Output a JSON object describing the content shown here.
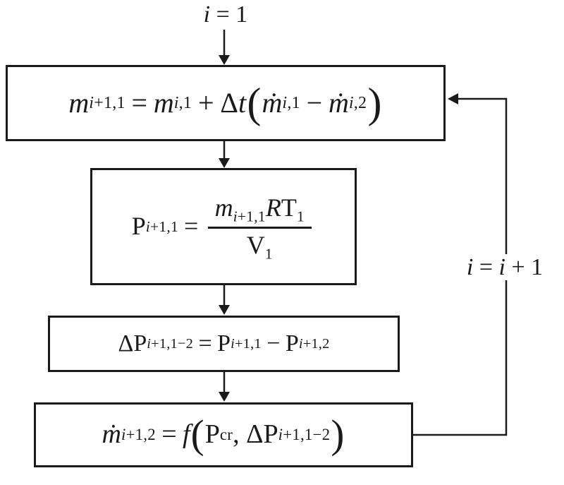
{
  "diagram": {
    "type": "flowchart",
    "colors": {
      "line": "#1a1a1a",
      "box_fill": "#ffffff",
      "background": "#ffffff"
    },
    "start_label": {
      "text": "i = 1",
      "html": "<i>i</i> = 1"
    },
    "loop_label": {
      "text": "i = i + 1",
      "html": "<i>i</i> = <i>i</i> + 1"
    },
    "boxes": [
      {
        "id": "mass-update",
        "text": "m(i+1,1) = m(i,1) + Δt ( ṁ(i,1) − ṁ(i,2) )",
        "equation_html": "<i>m</i><sub><i>i</i>+1,1</sub><span class='op'>=</span><i>m</i><sub><i>i</i>,1</sub><span class='op'>+</span>Δ<i>t</i><span class='big-paren'>(</span><i>ṁ</i><sub><i>i</i>,1</sub><span class='op'>−</span><i>ṁ</i><sub><i>i</i>,2</sub><span class='big-paren'>)</span>"
      },
      {
        "id": "pressure",
        "text": "P(i+1,1) = m(i+1,1) R T1 / V1",
        "equation_html": "P<sub><i>i</i>+1,1</sub><span class='op'>=</span><span class='frac'><span class='num'><i>m</i><sub><i>i</i>+1,1</sub><i>R</i>T<sub>1</sub></span><span class='den'>V<sub>1</sub></span></span>"
      },
      {
        "id": "pressure-diff",
        "text": "ΔP(i+1,1−2) = P(i+1,1) − P(i+1,2)",
        "equation_html": "ΔP<sub><i>i</i>+1,1−2</sub><span class='op'>=</span>P<sub><i>i</i>+1,1</sub><span class='op'>−</span>P<sub><i>i</i>+1,2</sub>"
      },
      {
        "id": "mass-flow",
        "text": "ṁ(i+1,2) = f ( Pcr , ΔP(i+1,1−2) )",
        "equation_html": "<i>ṁ</i><sub><i>i</i>+1,2</sub><span class='op'>=</span><i>f</i><span class='big-paren'>(</span>P<sub>cr</sub>,&nbsp;ΔP<sub><i>i</i>+1,1−2</sub><span class='big-paren'>)</span>"
      }
    ],
    "connections": [
      "start -> mass-update",
      "mass-update -> pressure",
      "pressure -> pressure-diff",
      "pressure-diff -> mass-flow",
      "mass-flow -> mass-update (feedback loop, labeled i = i + 1)"
    ]
  }
}
